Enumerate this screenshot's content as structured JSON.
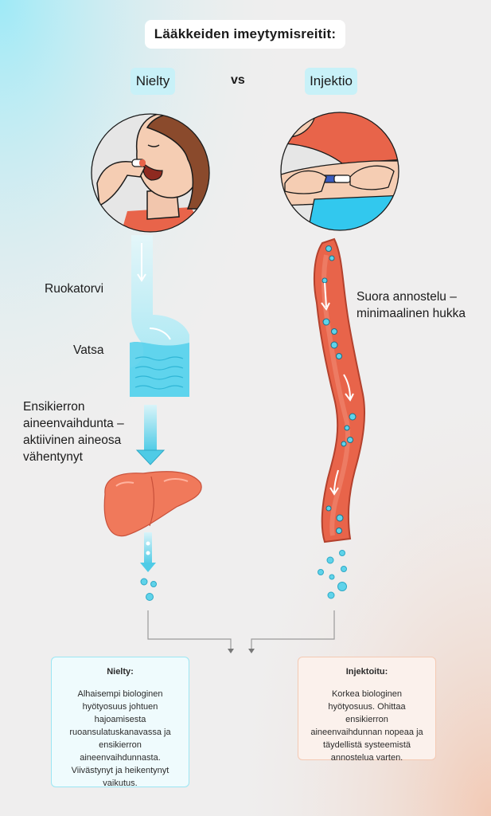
{
  "title": "Lääkkeiden imeytymisreitit:",
  "left_tag": "Nielty",
  "vs": "vs",
  "right_tag": "Injektio",
  "labels": {
    "ruokatorvi": "Ruokatorvi",
    "vatsa": "Vatsa",
    "ensikierron": "Ensikierron aineenvaihdunta – aktiivinen aineosa vähentynyt",
    "suora": "Suora annostelu – minimaalinen hukka"
  },
  "boxes": {
    "left": {
      "title": "Nielty:",
      "text": "Alhaisempi biologinen hyötyosuus johtuen hajoamisesta ruoansulatuskanavassa ja ensikierron aineenvaihdunnasta. Viivästynyt ja heikentynyt vaikutus."
    },
    "right": {
      "title": "Injektoitu:",
      "text": "Korkea biologinen hyötyosuus. Ohittaa ensikierron aineenvaihdunnan nopeaa ja täydellistä systeemistä annostelua varten."
    }
  },
  "colors": {
    "cyan": "#5fd3ea",
    "orange": "#e8644a",
    "liver": "#f0795b",
    "tag_bg": "#c8f1f8"
  },
  "icons": [
    "swallow-person-illustration",
    "injection-pen-illustration",
    "stomach-illustration",
    "liver-illustration",
    "blood-vessel-illustration"
  ]
}
